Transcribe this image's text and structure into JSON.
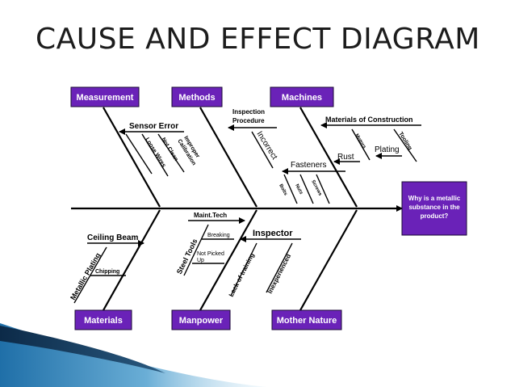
{
  "title": "CAUSE AND EFFECT DIAGRAM",
  "effect": {
    "lines": [
      "Why is a metallic",
      "substance in the",
      "product?"
    ]
  },
  "categories": {
    "measurement": "Measurement",
    "methods": "Methods",
    "machines": "Machines",
    "materials": "Materials",
    "manpower": "Manpower",
    "mother_nature": "Mother Nature"
  },
  "causes": {
    "sensor_error": "Sensor Error",
    "improper_calibration": [
      "Improper",
      "Calibration"
    ],
    "not_clean": "Not Clean",
    "loose_wires": "Loose Wires",
    "inspection_procedure": [
      "Inspection",
      "Procedure"
    ],
    "incorrect": "Incorrect",
    "materials_of_construction": "Materials of Construction",
    "tooling": "Tooling",
    "plating": "Plating",
    "motors": "Motors",
    "rust": "Rust",
    "fasteners": "Fasteners",
    "bolts": "Bolts",
    "nuts": "Nuts",
    "screws": "Screws",
    "ceiling_beam": "Ceiling Beam",
    "metallic_plating": "Metallic Plating",
    "chipping": "Chipping",
    "maint_tech": "Maint.Tech",
    "steel_tools": "Steel Tools",
    "breaking": "Breaking",
    "not_picked_up": [
      "Not Picked",
      "Up"
    ],
    "lack_of_training": "Lack of training",
    "inspector": "Inspector",
    "inexperienced": "Inexperienced"
  },
  "colors": {
    "category_fill": "#6a22b8",
    "text": "#000000",
    "accent_blue": "#1f6fa8"
  }
}
